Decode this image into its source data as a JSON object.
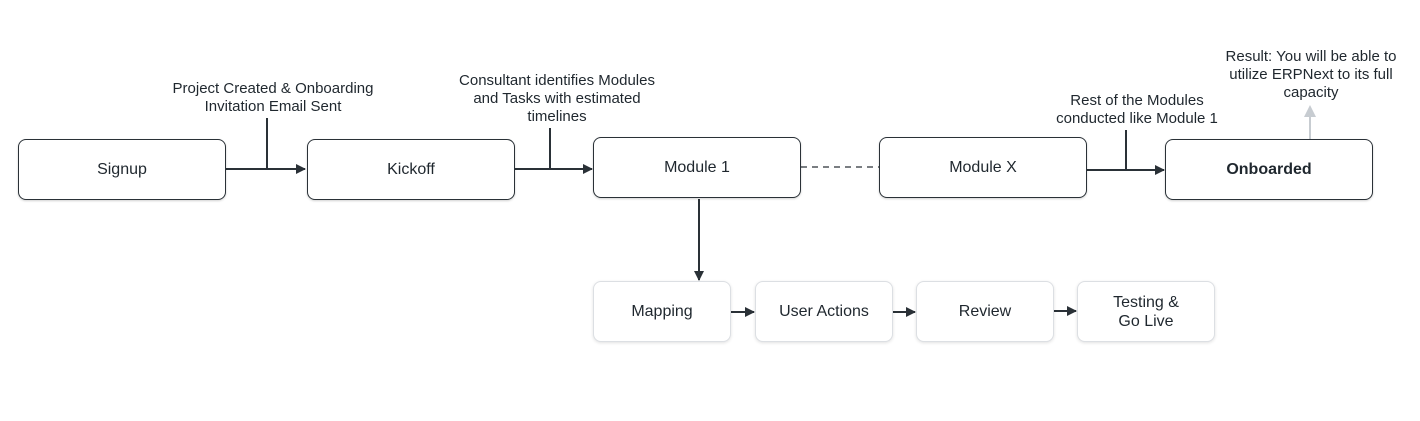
{
  "nodes": {
    "signup": "Signup",
    "kickoff": "Kickoff",
    "module1": "Module 1",
    "modulex": "Module X",
    "onboarded": "Onboarded",
    "mapping": "Mapping",
    "user_actions": "User Actions",
    "review": "Review",
    "testing_line1": "Testing &",
    "testing_line2": "Go Live"
  },
  "labels": {
    "signup_kickoff_line1": "Project Created & Onboarding",
    "signup_kickoff_line2": "Invitation Email Sent",
    "kickoff_module1_line1": "Consultant identifies Modules",
    "kickoff_module1_line2": "and Tasks with estimated",
    "kickoff_module1_line3": "timelines",
    "modulex_onboarded_line1": "Rest of the Modules",
    "modulex_onboarded_line2": "conducted like Module 1",
    "result_line1": "Result: You will be able to",
    "result_line2": "utilize ERPNext to its full",
    "result_line3": "capacity"
  },
  "colors": {
    "line": "#2a3137",
    "result_arrow": "#c7ccd1",
    "text": "#1f272e"
  }
}
